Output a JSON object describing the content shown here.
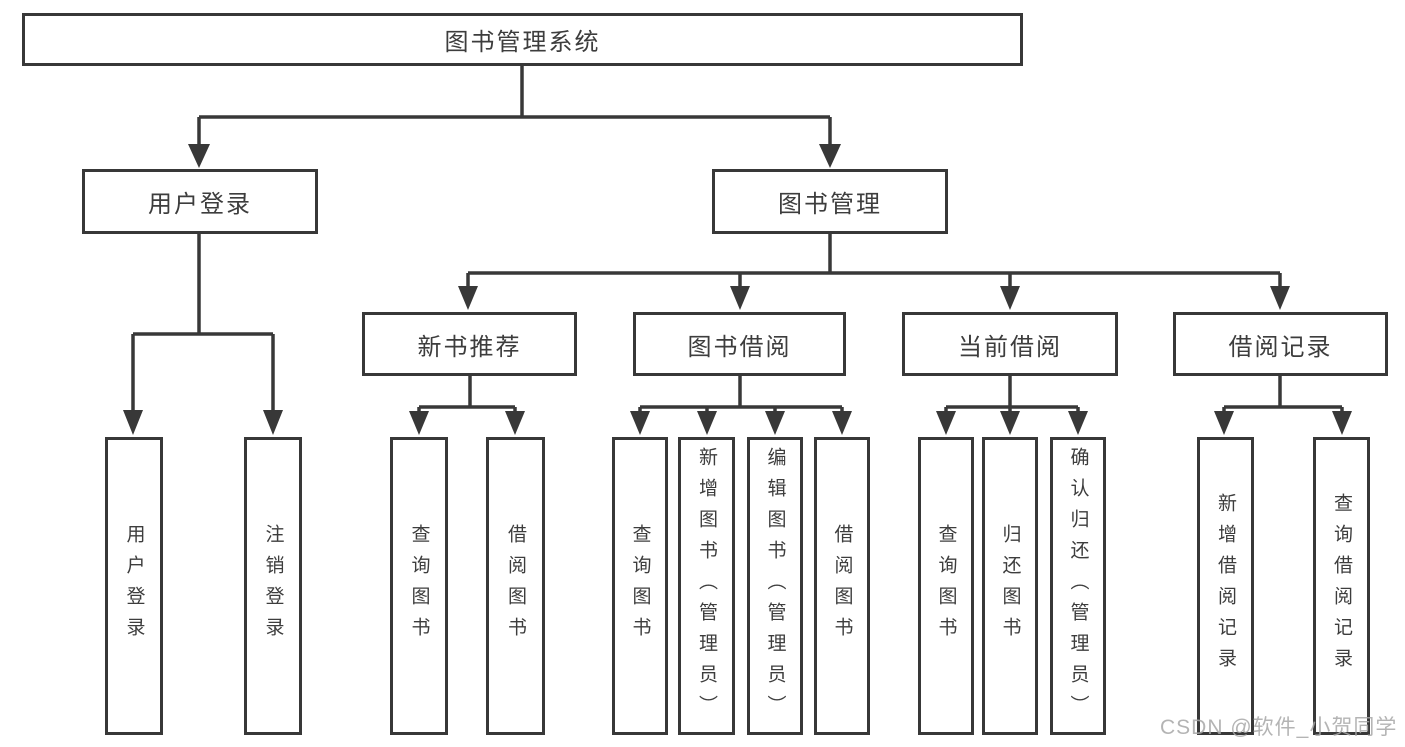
{
  "tree": {
    "root": {
      "label": "图书管理系统"
    },
    "level2": [
      {
        "label": "用户登录",
        "children": [
          {
            "label": "用户登录"
          },
          {
            "label": "注销登录"
          }
        ]
      },
      {
        "label": "图书管理",
        "children": [
          {
            "label": "新书推荐",
            "children": [
              {
                "label": "查询图书"
              },
              {
                "label": "借阅图书"
              }
            ]
          },
          {
            "label": "图书借阅",
            "children": [
              {
                "label": "查询图书"
              },
              {
                "label": "新增图书（管理员）"
              },
              {
                "label": "编辑图书（管理员）"
              },
              {
                "label": "借阅图书"
              }
            ]
          },
          {
            "label": "当前借阅",
            "children": [
              {
                "label": "查询图书"
              },
              {
                "label": "归还图书"
              },
              {
                "label": "确认归还（管理员）"
              }
            ]
          },
          {
            "label": "借阅记录",
            "children": [
              {
                "label": "新增借阅记录"
              },
              {
                "label": "查询借阅记录"
              }
            ]
          }
        ]
      }
    ]
  },
  "watermark": {
    "text": "CSDN @软件_小贺同学"
  },
  "colors": {
    "line": "#383838",
    "text": "#3d3d3d",
    "watermark": "#a8a8a8",
    "background": "#ffffff"
  }
}
